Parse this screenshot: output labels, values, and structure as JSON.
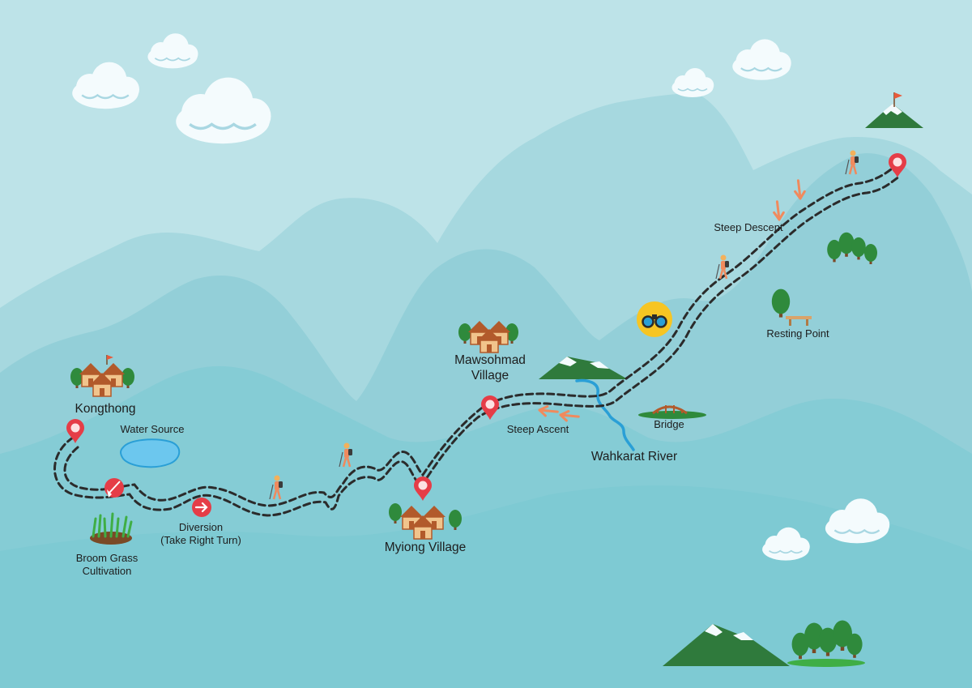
{
  "map": {
    "colors": {
      "sky": "#bde3e8",
      "mountain_far": "#a6d8df",
      "mountain_mid": "#93cfd8",
      "mountain_near": "#7ecad3",
      "trail": "#2b2b2b",
      "river": "#2a9fd6",
      "pin": "#e53d47",
      "arrow": "#f08a5d",
      "binocular_bg": "#f7c523",
      "hut_roof": "#b25a2b",
      "hut_wall": "#f1c48c",
      "tree": "#2f8a3c",
      "cloud": "#f4fbfd"
    },
    "places": {
      "kongthong": "Kongthong",
      "water_source": "Water Source",
      "broom_grass": "Broom Grass\nCultivation",
      "diversion": "Diversion\n(Take Right Turn)",
      "myiong_village": "Myiong Village",
      "mawsohmad_village": "Mawsohmad\nVillage",
      "steep_ascent": "Steep Ascent",
      "wahkarat_river": "Wahkarat River",
      "bridge": "Bridge",
      "resting_point": "Resting Point",
      "steep_descent": "Steep Descent"
    },
    "icons": {
      "pin": "map-pin-icon",
      "hiker": "hiker-icon",
      "binoculars": "binoculars-icon",
      "diversion": "right-arrow-icon",
      "broom": "broom-icon",
      "village": "village-icon",
      "summit_flag": "flag-icon"
    }
  }
}
